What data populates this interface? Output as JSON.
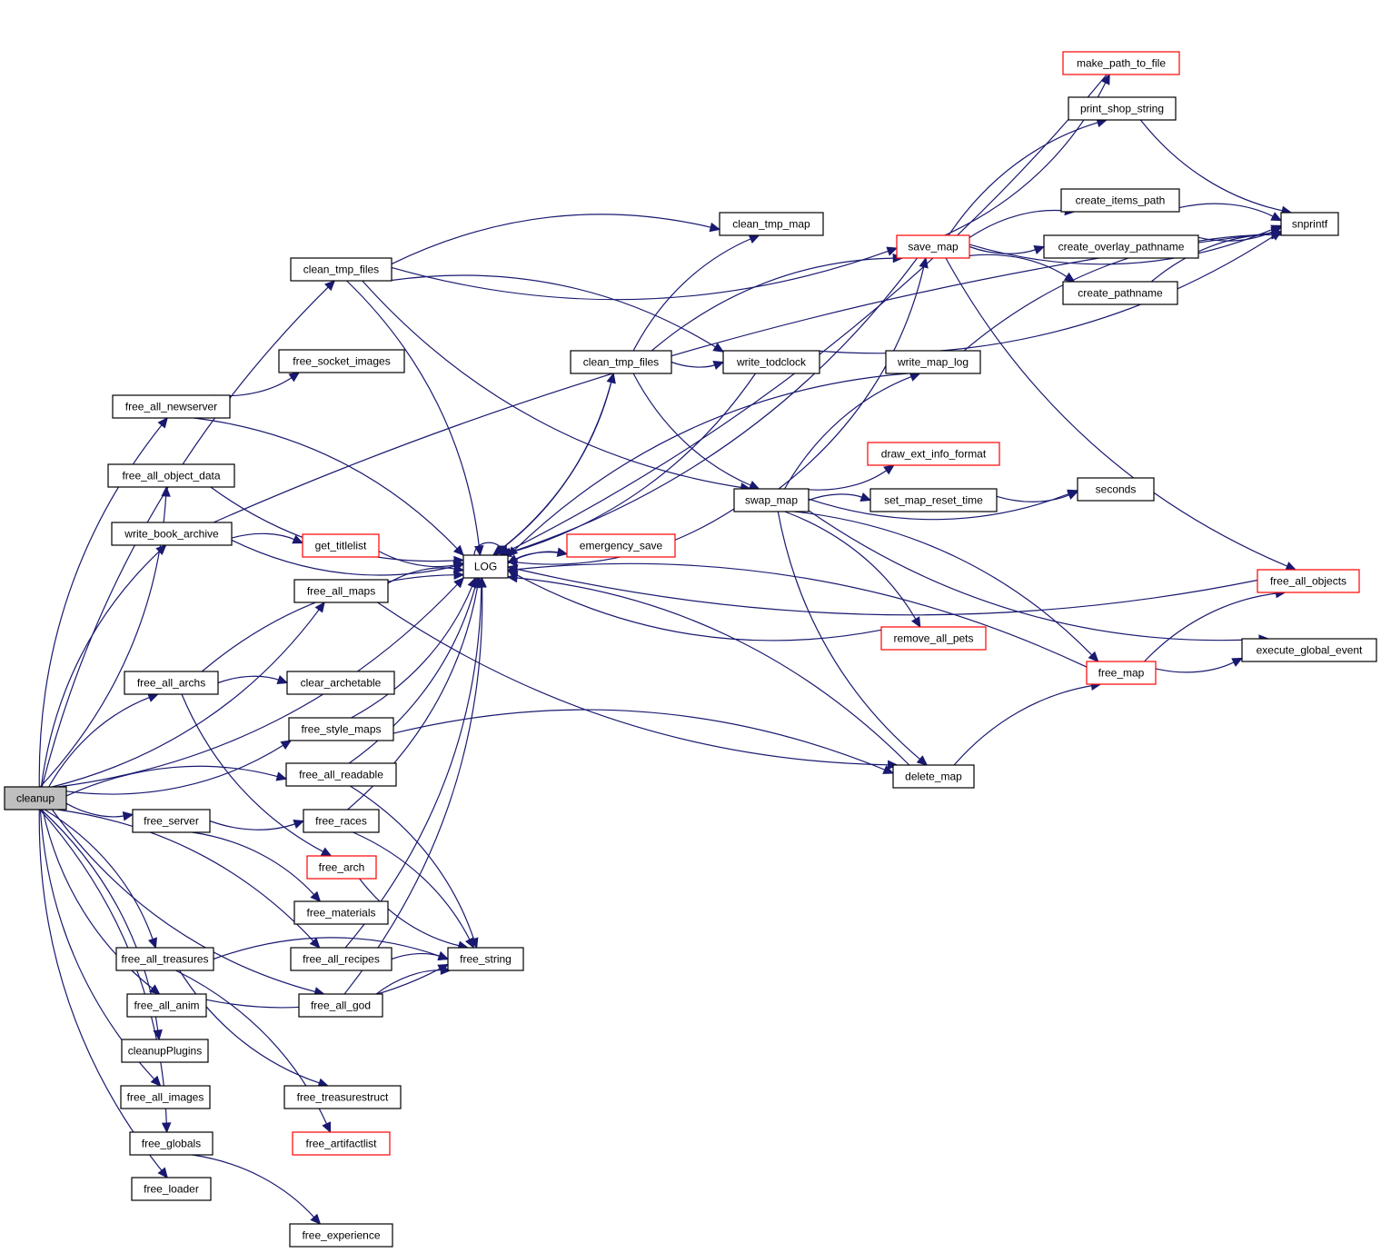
{
  "graph": {
    "type": "call-graph",
    "root": "cleanup",
    "colors": {
      "edge": "#191970",
      "node_border": "#000000",
      "truncated_node_border": "#ff0000",
      "root_fill": "#bfbfbf",
      "node_fill": "#ffffff"
    },
    "nodes": [
      {
        "id": "cleanup",
        "label": "cleanup",
        "style": "root"
      },
      {
        "id": "clean_tmp_files_a",
        "label": "clean_tmp_files",
        "style": "normal"
      },
      {
        "id": "free_all_newserver",
        "label": "free_all_newserver",
        "style": "normal"
      },
      {
        "id": "free_socket_images",
        "label": "free_socket_images",
        "style": "normal"
      },
      {
        "id": "free_all_object_data",
        "label": "free_all_object_data",
        "style": "normal"
      },
      {
        "id": "write_book_archive",
        "label": "write_book_archive",
        "style": "normal"
      },
      {
        "id": "get_titlelist",
        "label": "get_titlelist",
        "style": "truncated"
      },
      {
        "id": "free_all_maps",
        "label": "free_all_maps",
        "style": "normal"
      },
      {
        "id": "free_all_archs",
        "label": "free_all_archs",
        "style": "normal"
      },
      {
        "id": "clear_archetable",
        "label": "clear_archetable",
        "style": "normal"
      },
      {
        "id": "free_style_maps",
        "label": "free_style_maps",
        "style": "normal"
      },
      {
        "id": "free_all_readable",
        "label": "free_all_readable",
        "style": "normal"
      },
      {
        "id": "free_server",
        "label": "free_server",
        "style": "normal"
      },
      {
        "id": "free_races",
        "label": "free_races",
        "style": "normal"
      },
      {
        "id": "free_arch",
        "label": "free_arch",
        "style": "truncated"
      },
      {
        "id": "free_materials",
        "label": "free_materials",
        "style": "normal"
      },
      {
        "id": "free_all_treasures",
        "label": "free_all_treasures",
        "style": "normal"
      },
      {
        "id": "free_all_recipes",
        "label": "free_all_recipes",
        "style": "normal"
      },
      {
        "id": "free_string",
        "label": "free_string",
        "style": "normal"
      },
      {
        "id": "free_all_anim",
        "label": "free_all_anim",
        "style": "normal"
      },
      {
        "id": "free_all_god",
        "label": "free_all_god",
        "style": "normal"
      },
      {
        "id": "cleanupPlugins",
        "label": "cleanupPlugins",
        "style": "normal"
      },
      {
        "id": "free_all_images",
        "label": "free_all_images",
        "style": "normal"
      },
      {
        "id": "free_treasurestruct",
        "label": "free_treasurestruct",
        "style": "normal"
      },
      {
        "id": "free_globals",
        "label": "free_globals",
        "style": "normal"
      },
      {
        "id": "free_artifactlist",
        "label": "free_artifactlist",
        "style": "truncated"
      },
      {
        "id": "free_loader",
        "label": "free_loader",
        "style": "normal"
      },
      {
        "id": "free_experience",
        "label": "free_experience",
        "style": "normal"
      },
      {
        "id": "LOG",
        "label": "LOG",
        "style": "normal"
      },
      {
        "id": "emergency_save",
        "label": "emergency_save",
        "style": "truncated"
      },
      {
        "id": "clean_tmp_files_b",
        "label": "clean_tmp_files",
        "style": "normal"
      },
      {
        "id": "clean_tmp_map",
        "label": "clean_tmp_map",
        "style": "normal"
      },
      {
        "id": "write_todclock",
        "label": "write_todclock",
        "style": "normal"
      },
      {
        "id": "swap_map",
        "label": "swap_map",
        "style": "normal"
      },
      {
        "id": "delete_map",
        "label": "delete_map",
        "style": "normal"
      },
      {
        "id": "save_map",
        "label": "save_map",
        "style": "truncated"
      },
      {
        "id": "write_map_log",
        "label": "write_map_log",
        "style": "normal"
      },
      {
        "id": "draw_ext_info_format",
        "label": "draw_ext_info_format",
        "style": "truncated"
      },
      {
        "id": "set_map_reset_time",
        "label": "set_map_reset_time",
        "style": "normal"
      },
      {
        "id": "remove_all_pets",
        "label": "remove_all_pets",
        "style": "truncated"
      },
      {
        "id": "make_path_to_file",
        "label": "make_path_to_file",
        "style": "truncated"
      },
      {
        "id": "print_shop_string",
        "label": "print_shop_string",
        "style": "normal"
      },
      {
        "id": "create_items_path",
        "label": "create_items_path",
        "style": "normal"
      },
      {
        "id": "create_overlay_pathname",
        "label": "create_overlay_pathname",
        "style": "normal"
      },
      {
        "id": "create_pathname",
        "label": "create_pathname",
        "style": "normal"
      },
      {
        "id": "seconds",
        "label": "seconds",
        "style": "normal"
      },
      {
        "id": "free_map",
        "label": "free_map",
        "style": "truncated"
      },
      {
        "id": "snprintf",
        "label": "snprintf",
        "style": "normal"
      },
      {
        "id": "free_all_objects",
        "label": "free_all_objects",
        "style": "truncated"
      },
      {
        "id": "execute_global_event",
        "label": "execute_global_event",
        "style": "normal"
      }
    ],
    "edges": [
      {
        "from": "cleanup",
        "to": "clean_tmp_files_a"
      },
      {
        "from": "cleanup",
        "to": "LOG"
      },
      {
        "from": "cleanup",
        "to": "free_all_newserver"
      },
      {
        "from": "cleanup",
        "to": "free_all_object_data"
      },
      {
        "from": "cleanup",
        "to": "write_book_archive"
      },
      {
        "from": "cleanup",
        "to": "free_all_maps"
      },
      {
        "from": "cleanup",
        "to": "free_all_archs"
      },
      {
        "from": "cleanup",
        "to": "free_style_maps"
      },
      {
        "from": "cleanup",
        "to": "free_all_readable"
      },
      {
        "from": "cleanup",
        "to": "free_server"
      },
      {
        "from": "cleanup",
        "to": "free_all_recipes"
      },
      {
        "from": "cleanup",
        "to": "free_all_god"
      },
      {
        "from": "cleanup",
        "to": "free_all_treasures"
      },
      {
        "from": "cleanup",
        "to": "free_all_anim"
      },
      {
        "from": "cleanup",
        "to": "cleanupPlugins"
      },
      {
        "from": "cleanup",
        "to": "free_all_images"
      },
      {
        "from": "cleanup",
        "to": "free_globals"
      },
      {
        "from": "cleanup",
        "to": "free_loader"
      },
      {
        "from": "clean_tmp_files_a",
        "to": "clean_tmp_map"
      },
      {
        "from": "clean_tmp_files_a",
        "to": "save_map"
      },
      {
        "from": "clean_tmp_files_a",
        "to": "write_todclock"
      },
      {
        "from": "clean_tmp_files_a",
        "to": "swap_map"
      },
      {
        "from": "clean_tmp_files_a",
        "to": "LOG"
      },
      {
        "from": "free_all_newserver",
        "to": "free_socket_images"
      },
      {
        "from": "free_all_newserver",
        "to": "LOG"
      },
      {
        "from": "free_all_object_data",
        "to": "LOG"
      },
      {
        "from": "write_book_archive",
        "to": "get_titlelist"
      },
      {
        "from": "write_book_archive",
        "to": "LOG"
      },
      {
        "from": "write_book_archive",
        "to": "snprintf"
      },
      {
        "from": "get_titlelist",
        "to": "LOG"
      },
      {
        "from": "free_all_maps",
        "to": "LOG"
      },
      {
        "from": "free_all_maps",
        "to": "delete_map"
      },
      {
        "from": "free_all_archs",
        "to": "clear_archetable"
      },
      {
        "from": "free_all_archs",
        "to": "free_arch"
      },
      {
        "from": "free_all_archs",
        "to": "LOG"
      },
      {
        "from": "free_style_maps",
        "to": "LOG"
      },
      {
        "from": "free_style_maps",
        "to": "delete_map"
      },
      {
        "from": "free_all_readable",
        "to": "LOG"
      },
      {
        "from": "free_all_readable",
        "to": "free_string"
      },
      {
        "from": "free_server",
        "to": "free_races"
      },
      {
        "from": "free_server",
        "to": "free_materials"
      },
      {
        "from": "free_races",
        "to": "LOG"
      },
      {
        "from": "free_races",
        "to": "free_string"
      },
      {
        "from": "free_arch",
        "to": "free_string"
      },
      {
        "from": "free_all_recipes",
        "to": "free_string"
      },
      {
        "from": "free_all_recipes",
        "to": "LOG"
      },
      {
        "from": "free_all_god",
        "to": "free_string"
      },
      {
        "from": "free_all_god",
        "to": "LOG"
      },
      {
        "from": "free_all_treasures",
        "to": "free_string"
      },
      {
        "from": "free_all_treasures",
        "to": "free_treasurestruct"
      },
      {
        "from": "free_all_treasures",
        "to": "free_artifactlist"
      },
      {
        "from": "free_all_anim",
        "to": "free_string"
      },
      {
        "from": "free_globals",
        "to": "free_experience"
      },
      {
        "from": "LOG",
        "to": "LOG"
      },
      {
        "from": "LOG",
        "to": "emergency_save"
      },
      {
        "from": "emergency_save",
        "to": "LOG"
      },
      {
        "from": "clean_tmp_files_b",
        "to": "clean_tmp_map"
      },
      {
        "from": "clean_tmp_files_b",
        "to": "write_todclock"
      },
      {
        "from": "clean_tmp_files_b",
        "to": "save_map"
      },
      {
        "from": "clean_tmp_files_b",
        "to": "swap_map"
      },
      {
        "from": "clean_tmp_files_b",
        "to": "LOG"
      },
      {
        "from": "LOG",
        "to": "clean_tmp_files_b"
      },
      {
        "from": "write_todclock",
        "to": "LOG"
      },
      {
        "from": "write_todclock",
        "to": "snprintf"
      },
      {
        "from": "swap_map",
        "to": "LOG"
      },
      {
        "from": "swap_map",
        "to": "save_map"
      },
      {
        "from": "swap_map",
        "to": "write_map_log"
      },
      {
        "from": "swap_map",
        "to": "draw_ext_info_format"
      },
      {
        "from": "swap_map",
        "to": "set_map_reset_time"
      },
      {
        "from": "swap_map",
        "to": "seconds"
      },
      {
        "from": "swap_map",
        "to": "remove_all_pets"
      },
      {
        "from": "swap_map",
        "to": "delete_map"
      },
      {
        "from": "swap_map",
        "to": "free_map"
      },
      {
        "from": "swap_map",
        "to": "execute_global_event"
      },
      {
        "from": "save_map",
        "to": "LOG"
      },
      {
        "from": "save_map",
        "to": "make_path_to_file"
      },
      {
        "from": "save_map",
        "to": "print_shop_string"
      },
      {
        "from": "save_map",
        "to": "snprintf"
      },
      {
        "from": "save_map",
        "to": "create_items_path"
      },
      {
        "from": "save_map",
        "to": "create_overlay_pathname"
      },
      {
        "from": "save_map",
        "to": "create_pathname"
      },
      {
        "from": "save_map",
        "to": "free_all_objects"
      },
      {
        "from": "make_path_to_file",
        "to": "LOG"
      },
      {
        "from": "print_shop_string",
        "to": "snprintf"
      },
      {
        "from": "create_items_path",
        "to": "snprintf"
      },
      {
        "from": "create_overlay_pathname",
        "to": "snprintf"
      },
      {
        "from": "create_pathname",
        "to": "snprintf"
      },
      {
        "from": "write_map_log",
        "to": "LOG"
      },
      {
        "from": "write_map_log",
        "to": "snprintf"
      },
      {
        "from": "set_map_reset_time",
        "to": "seconds"
      },
      {
        "from": "remove_all_pets",
        "to": "LOG"
      },
      {
        "from": "delete_map",
        "to": "LOG"
      },
      {
        "from": "delete_map",
        "to": "free_map"
      },
      {
        "from": "free_map",
        "to": "LOG"
      },
      {
        "from": "free_map",
        "to": "free_all_objects"
      },
      {
        "from": "free_map",
        "to": "execute_global_event"
      },
      {
        "from": "free_all_objects",
        "to": "LOG"
      }
    ]
  }
}
